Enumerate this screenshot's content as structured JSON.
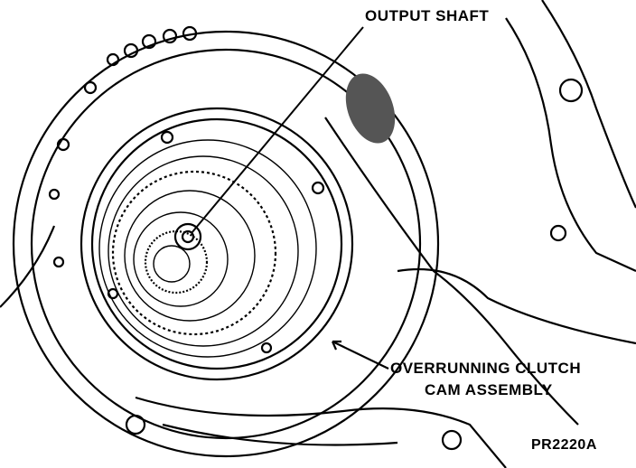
{
  "figure": {
    "callouts": {
      "output_shaft": "OUTPUT SHAFT",
      "overrunning_clutch_line1": "OVERRUNNING CLUTCH",
      "overrunning_clutch_line2": "CAM ASSEMBLY"
    },
    "figure_id": "PR2220A"
  },
  "colors": {
    "ink": "#000000",
    "paper": "#ffffff"
  }
}
